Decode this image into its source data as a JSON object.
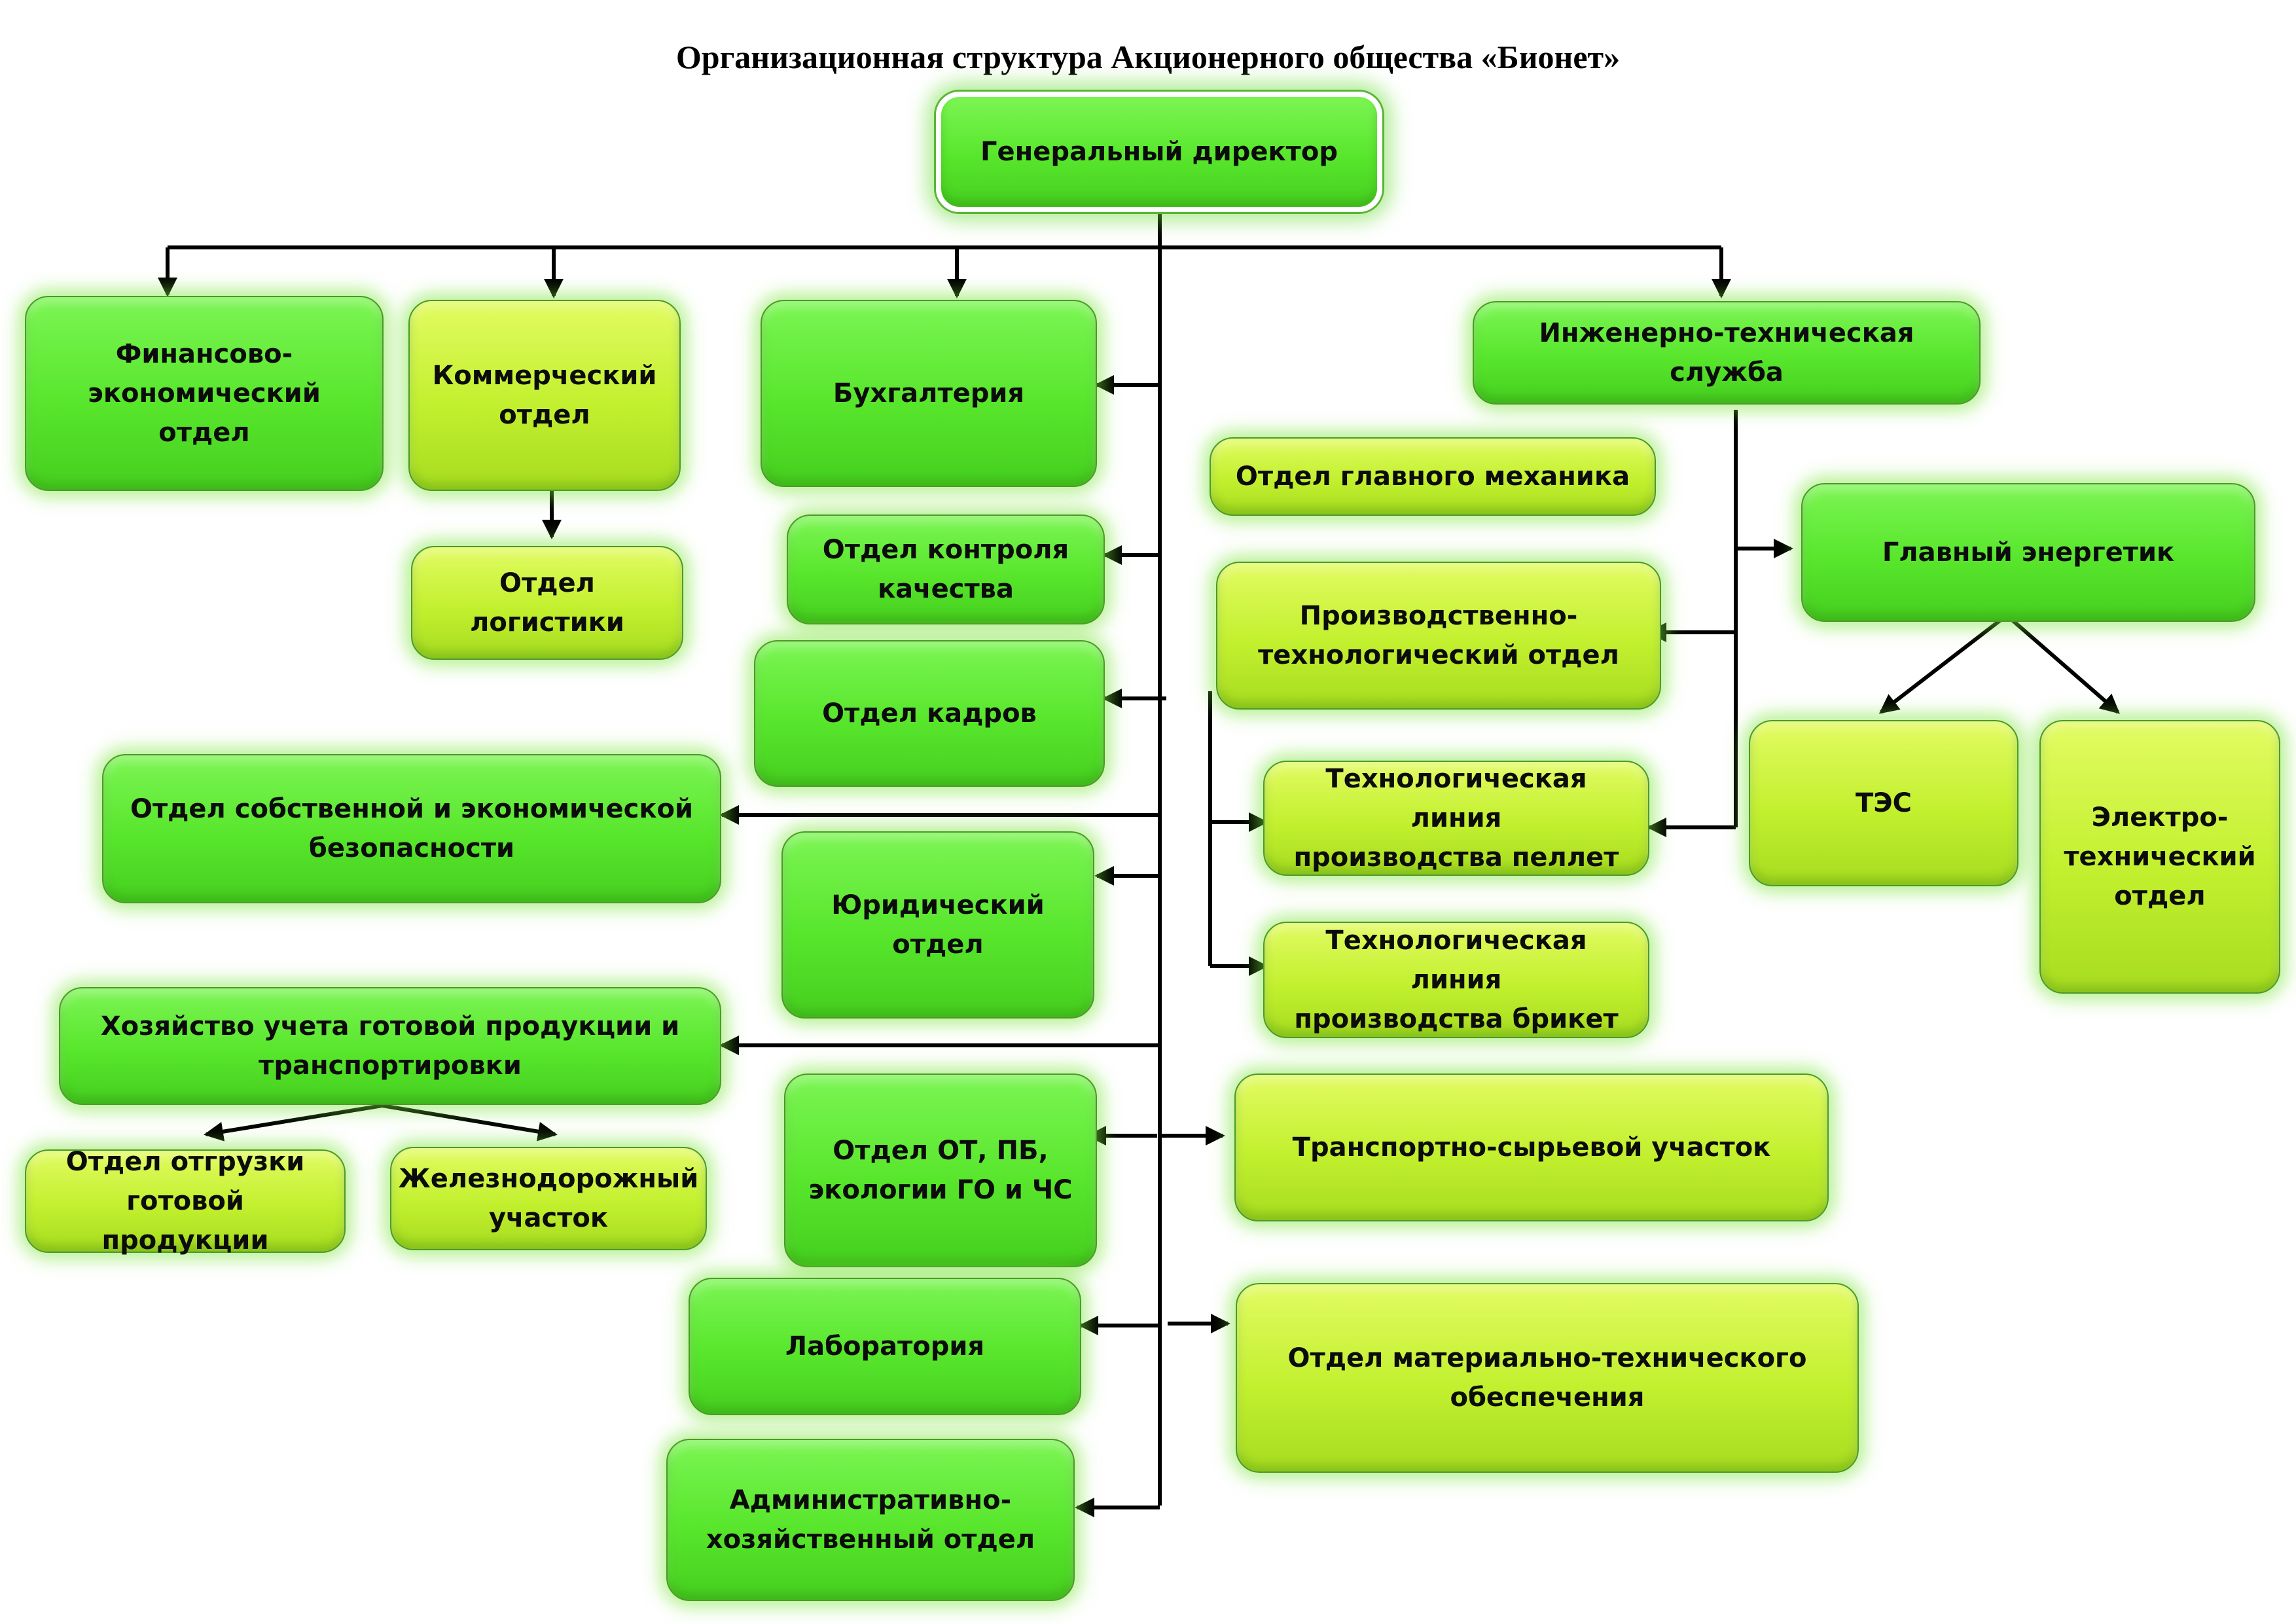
{
  "title": "Организационная структура Акционерного общества «Бионет»",
  "nodes": {
    "general_director": "Генеральный директор",
    "finance": "Финансово-\nэкономический отдел",
    "commercial": "Коммерческий\nотдел",
    "logistics": "Отдел\nлогистики",
    "accounting": "Бухгалтерия",
    "quality": "Отдел контроля\nкачества",
    "hr": "Отдел кадров",
    "security": "Отдел собственной и экономической\nбезопасности",
    "legal": "Юридический\nотдел",
    "warehouse": "Хозяйство учета готовой продукции и\nтранспортировки",
    "shipping": "Отдел отгрузки\nготовой продукции",
    "railway": "Железнодорожный\nучасток",
    "ohs": "Отдел ОТ, ПБ,\nэкологии ГО и ЧС",
    "lab": "Лаборатория",
    "admin": "Административно-\nхозяйственный отдел",
    "engineering": "Инженерно-техническая служба",
    "chief_mechanic": "Отдел главного механика",
    "production_tech": "Производственно-\nтехнологический отдел",
    "pellet_line": "Технологическая линия\nпроизводства пеллет",
    "briquette_line": "Технологическая линия\nпроизводства брикет",
    "chief_energy": "Главный энергетик",
    "tes": "ТЭС",
    "electrotech": "Электро-\nтехнический\nотдел",
    "transport_raw": "Транспортно-сырьевой     участок",
    "supply": "Отдел материально-технического\nобеспечения"
  }
}
